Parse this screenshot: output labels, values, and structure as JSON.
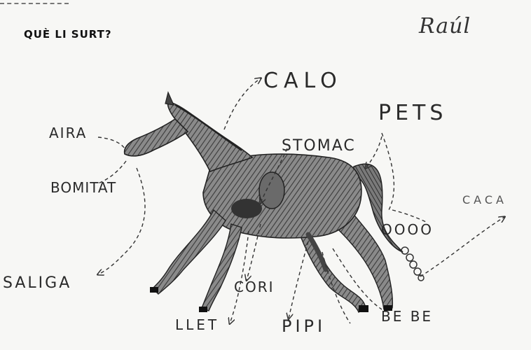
{
  "header": {
    "question": "QUÈ LI SURT?",
    "author": "Raúl"
  },
  "labels": {
    "calo": "CALO",
    "pets": "PETS",
    "aira": "AIRA",
    "stomac": "STOMAC",
    "bomitat": "BOMITAT",
    "caca": "CACA",
    "oooo": "OOOO",
    "saliga": "SALIGA",
    "cori": "CORI",
    "bebe": "BE BE",
    "llet": "LLET",
    "pipi": "PIPI"
  },
  "colors": {
    "paper": "#f7f7f5",
    "ink": "#2a2a2a",
    "horse_shading": "#5a5a5a"
  },
  "drawing": {
    "subject": "horse-drawing"
  }
}
